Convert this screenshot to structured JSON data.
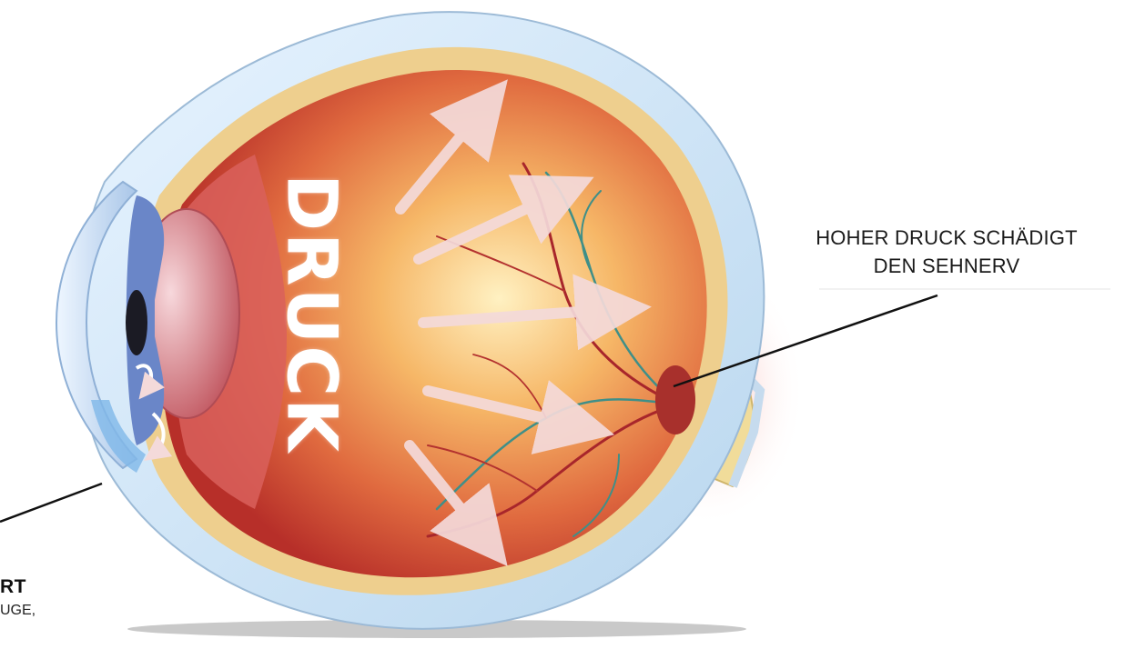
{
  "callout_right": {
    "line1": "HOHER DRUCK SCHÄDIGT",
    "line2": "DEN SEHNERV"
  },
  "callout_left": {
    "bold": "RT",
    "small": "UGE,"
  },
  "center_label": "DRUCK",
  "colors": {
    "sclera": "#dcefff",
    "vitreous_inner": "#fde7a8",
    "vitreous_outer": "#c53a2f",
    "arrow": "#f4dada",
    "optic_nerve": "#f3e2a0"
  }
}
